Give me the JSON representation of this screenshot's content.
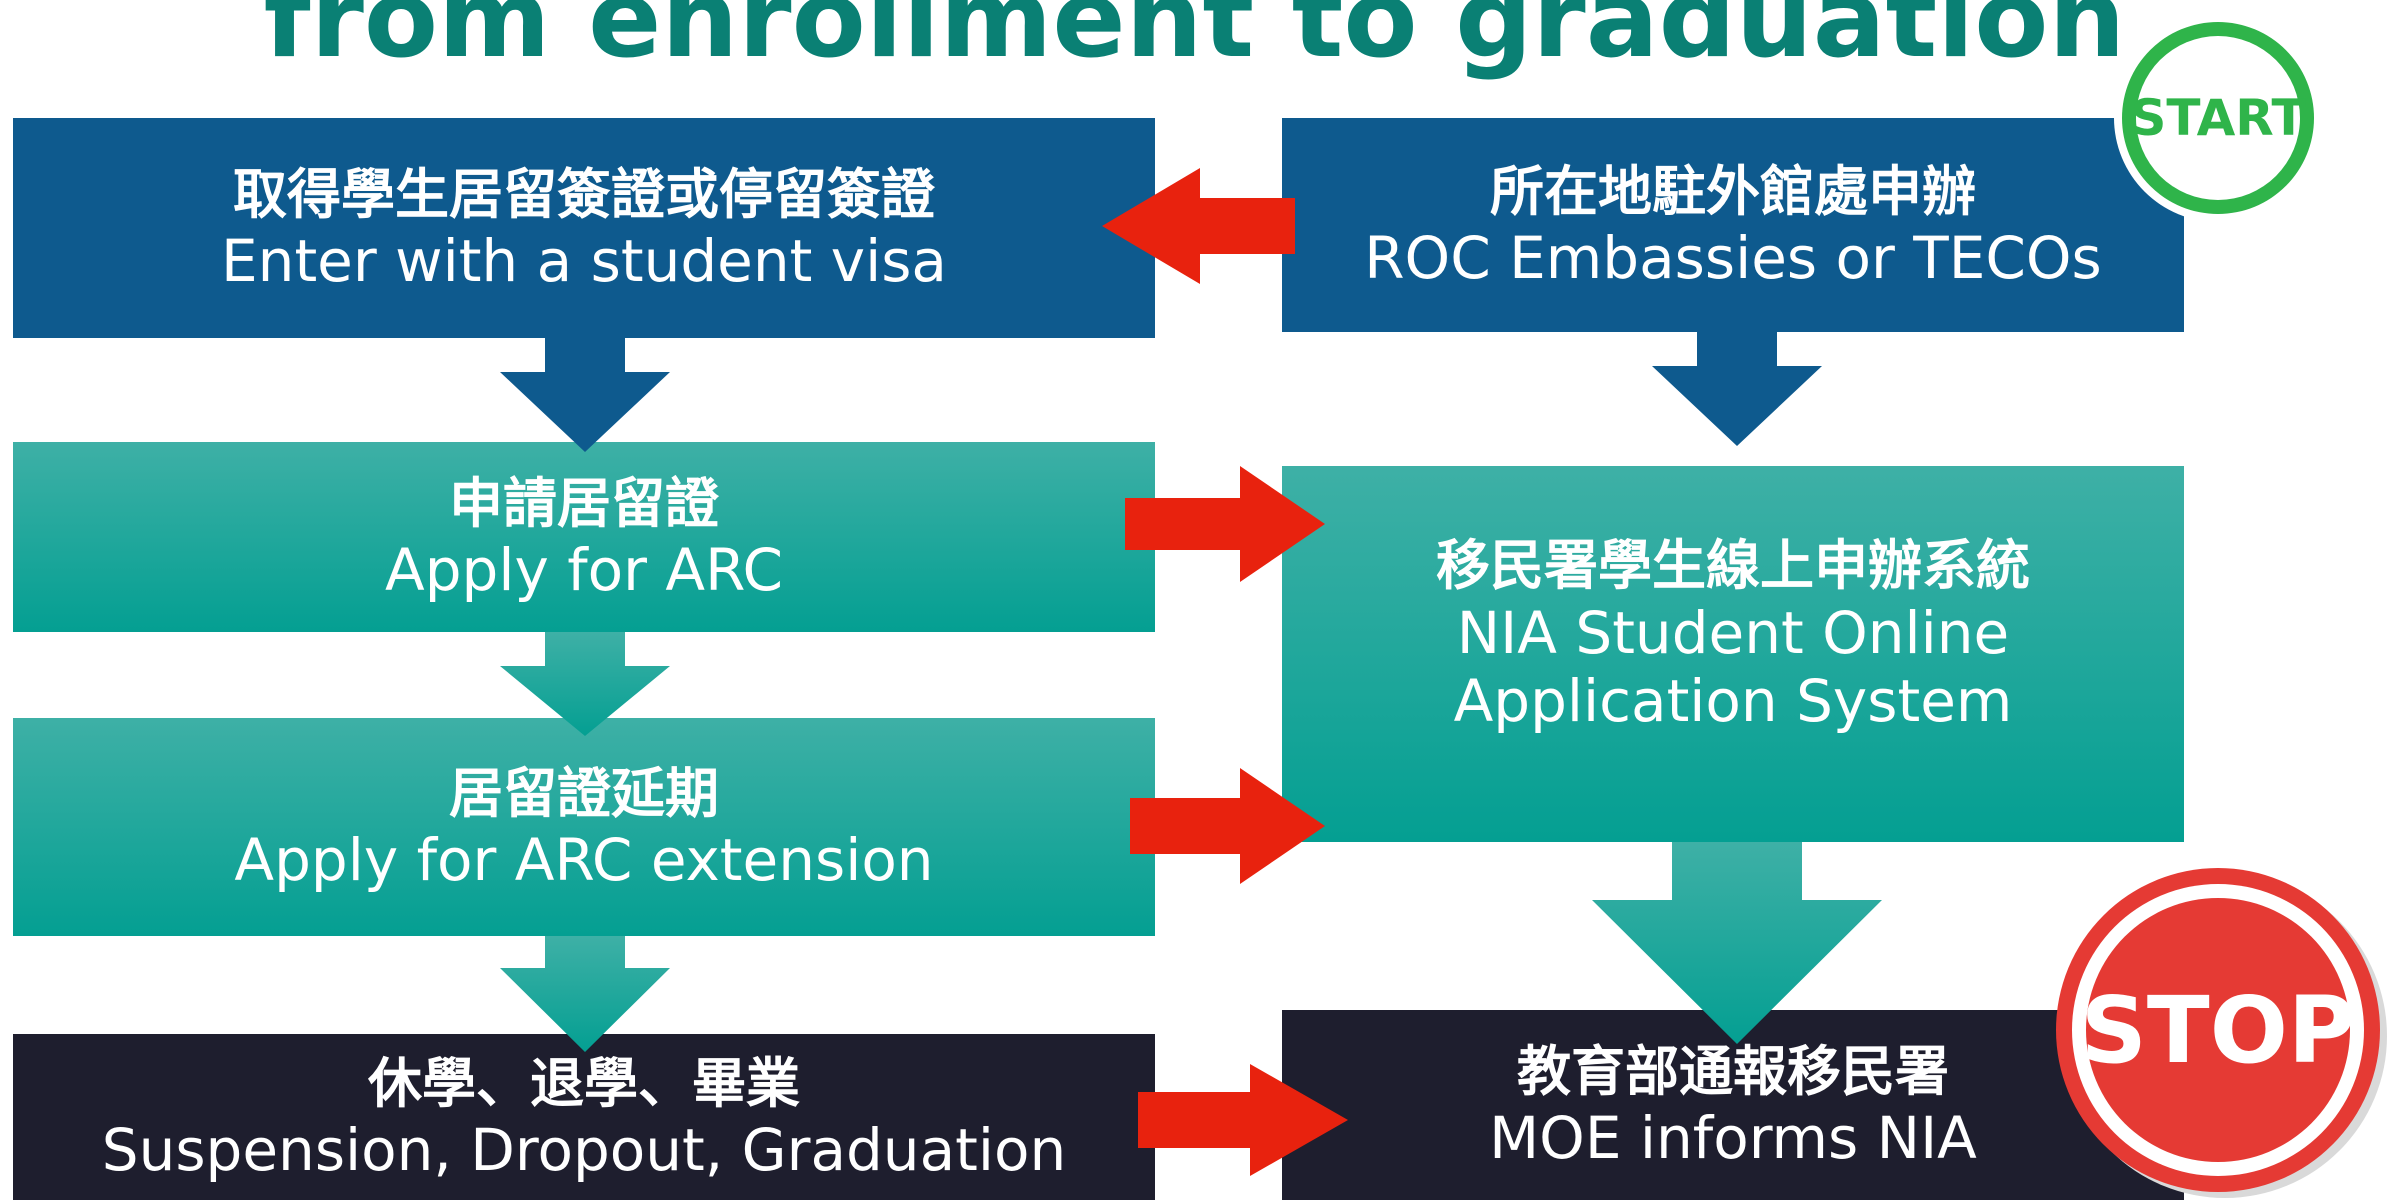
{
  "title": "from enrollment to graduation",
  "colors": {
    "title": "#0a8074",
    "blue_box": "#0e5a8e",
    "teal_box": "#049f92",
    "dark_box": "#1e1e2e",
    "red_arrow": "#e8220e",
    "start_badge": "#2fb44a",
    "stop_badge": "#e53a34"
  },
  "boxes": {
    "visa": {
      "zh": "取得學生居留簽證或停留簽證",
      "en": "Enter with a student visa"
    },
    "embassy": {
      "zh": "所在地駐外館處申辦",
      "en": "ROC Embassies or TECOs"
    },
    "apply_arc": {
      "zh": "申請居留證",
      "en": "Apply for ARC"
    },
    "extension": {
      "zh": "居留證延期",
      "en": "Apply for ARC extension"
    },
    "nia_system": {
      "zh": "移民署學生線上申辦系統",
      "en_line1": "NIA Student Online",
      "en_line2": "Application System"
    },
    "suspension": {
      "zh": "休學、退學、畢業",
      "en": "Suspension, Dropout, Graduation"
    },
    "moe": {
      "zh": "教育部通報移民署",
      "en": "MOE informs NIA"
    }
  },
  "badges": {
    "start": "START",
    "stop": "STOP"
  },
  "icons": {
    "down_arrow": "down-arrow-icon",
    "right_arrow": "right-arrow-icon",
    "left_arrow": "left-arrow-icon"
  }
}
